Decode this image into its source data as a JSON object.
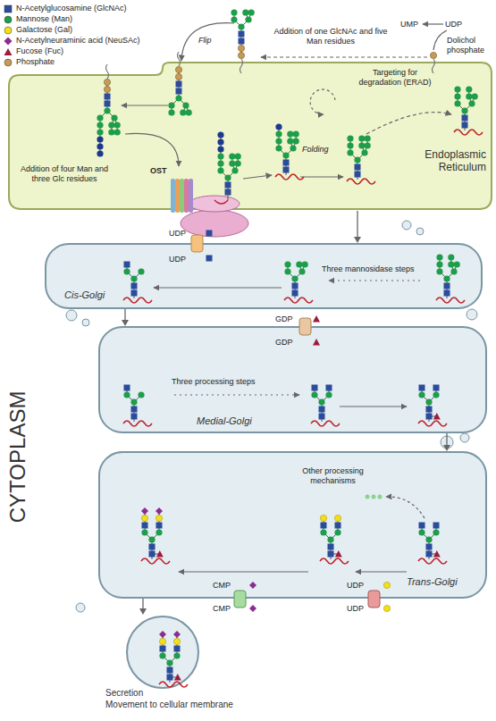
{
  "diagram": {
    "nodes": [
      {
        "text": [
          "Endoplasmic Reticulum"
        ]
      },
      {
        "text": [
          "Cis-Golgi"
        ]
      },
      {
        "text": [
          "Medial-Golgi"
        ]
      },
      {
        "text": [
          "Trans-Golgi"
        ]
      },
      {
        "text": [
          "Secretion",
          "Movement to cellular membrane"
        ]
      }
    ],
    "edges": [
      {
        "from": 0,
        "to": 1,
        "arrow": "to"
      },
      {
        "from": 1,
        "to": 2,
        "arrow": "to"
      },
      {
        "from": 2,
        "to": 3,
        "arrow": "to"
      },
      {
        "from": 3,
        "to": 4,
        "arrow": "to"
      }
    ],
    "labels": [
      "Addition of one GlcNAc and five Man residues",
      "UMP",
      "UDP",
      "Dolichol phosphate",
      "Flip",
      "Targeting for degradation (ERAD)",
      "Folding",
      "Addition of four Man and three Glc residues",
      "OST",
      "UDP",
      "UDP",
      "Three mannosidase steps",
      "GDP",
      "GDP",
      "Three processing steps",
      "Other processing mechanisms",
      "UDP",
      "UDP",
      "CMP",
      "CMP",
      "CYTOPLASM"
    ],
    "legend": [
      {
        "text": "N-Acetylglucosamine (GlcNAc)",
        "color": "#2b4b9b"
      },
      {
        "text": "Mannose (Man)",
        "color": "#1e9e4a"
      },
      {
        "text": "Galactose (Gal)",
        "color": "#f3e01b"
      },
      {
        "text": "N-Acetylneuraminic acid (NeuSAc)",
        "color": "#8b2c8f"
      },
      {
        "text": "Fucose (Fuc)",
        "color": "#9e1b3b"
      },
      {
        "text": "Phosphate",
        "color": "#c79a55"
      }
    ]
  }
}
